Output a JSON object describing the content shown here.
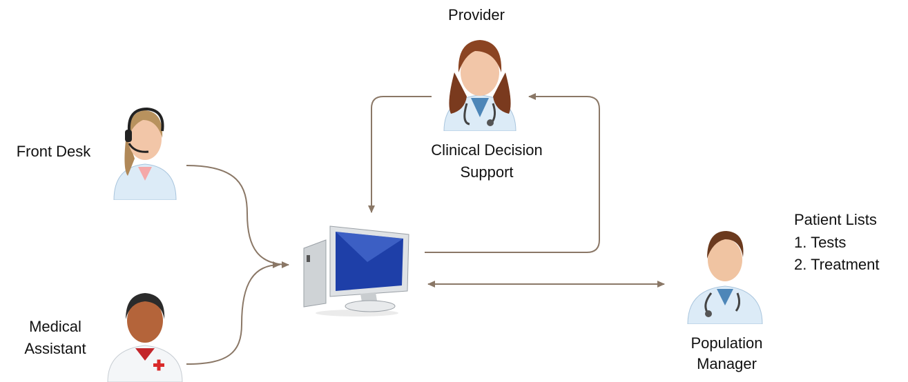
{
  "provider": {
    "title": "Provider",
    "subtitle_line1": "Clinical Decision",
    "subtitle_line2": "Support"
  },
  "front_desk": {
    "label": "Front Desk"
  },
  "medical_assistant": {
    "label_line1": "Medical",
    "label_line2": "Assistant"
  },
  "population_manager": {
    "label_line1": "Population",
    "label_line2": "Manager"
  },
  "patient_lists": {
    "title": "Patient Lists",
    "items": [
      "1. Tests",
      "2. Treatment"
    ]
  },
  "colors": {
    "arrow": "#8a7766",
    "skin": "#f2c6a8",
    "coat": "#dcebf7",
    "monitor_screen": "#1e3fa8"
  }
}
